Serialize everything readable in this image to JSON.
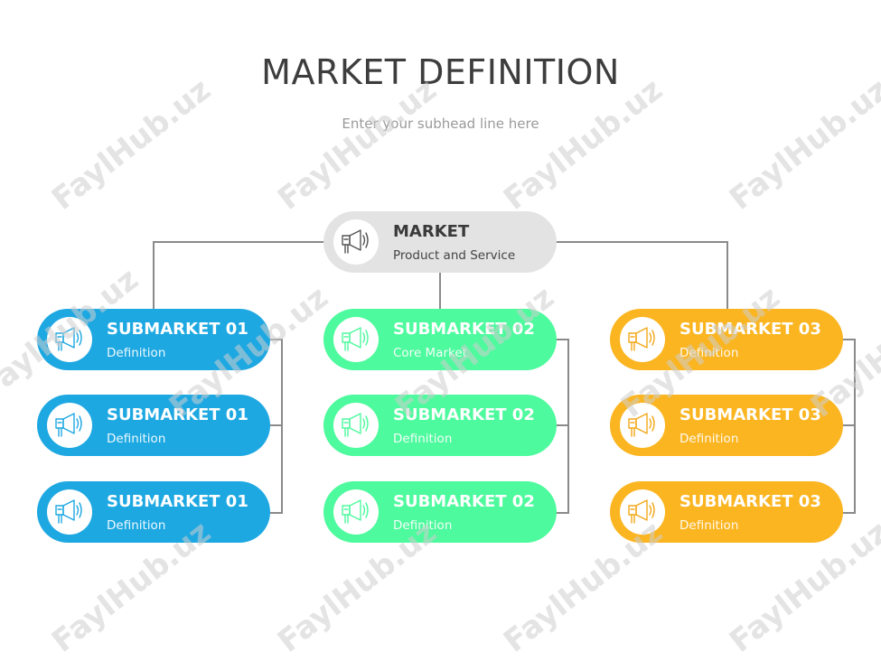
{
  "title": "MARKET DEFINITION",
  "subhead": "Enter your subhead line here",
  "root": {
    "label": "MARKET",
    "sub": "Product and Service",
    "icon": "megaphone-icon"
  },
  "colors": {
    "blue": "#1ea8e2",
    "green": "#4dfa9d",
    "orange": "#fbb521",
    "root": "#e3e3e3",
    "line": "#8a8a8a"
  },
  "columns": [
    {
      "items": [
        {
          "label": "SUBMARKET 01",
          "sub": "Definition"
        },
        {
          "label": "SUBMARKET 01",
          "sub": "Definition"
        },
        {
          "label": "SUBMARKET 01",
          "sub": "Definition"
        }
      ]
    },
    {
      "items": [
        {
          "label": "SUBMARKET 02",
          "sub": "Core Market"
        },
        {
          "label": "SUBMARKET 02",
          "sub": "Definition"
        },
        {
          "label": "SUBMARKET 02",
          "sub": "Definition"
        }
      ]
    },
    {
      "items": [
        {
          "label": "SUBMARKET 03",
          "sub": "Definition"
        },
        {
          "label": "SUBMARKET 03",
          "sub": "Definition"
        },
        {
          "label": "SUBMARKET 03",
          "sub": "Definition"
        }
      ]
    }
  ],
  "watermark": "FaylHub.uz"
}
